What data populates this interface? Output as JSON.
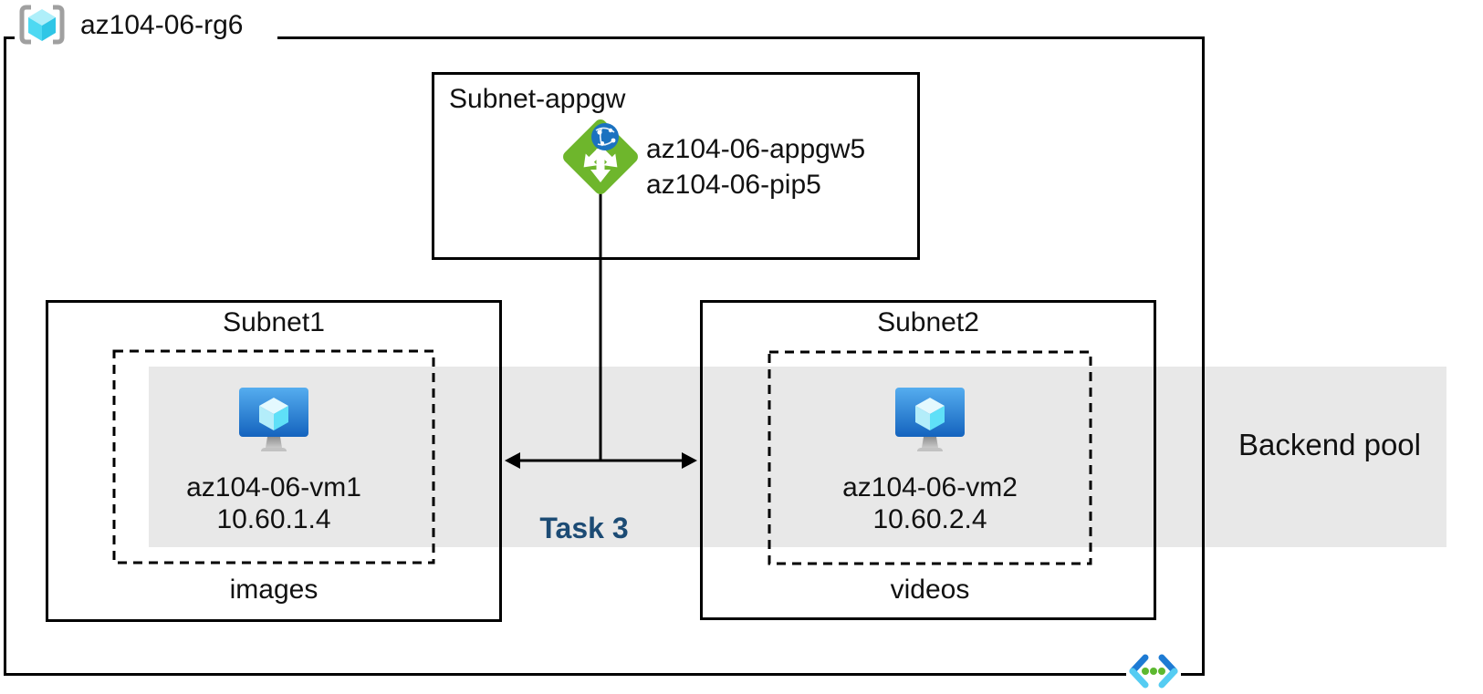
{
  "diagram": {
    "resource_group": {
      "label": "az104-06-rg6"
    },
    "appgw_subnet": {
      "title": "Subnet-appgw",
      "lines": {
        "gateway": "az104-06-appgw5",
        "public_ip": "az104-06-pip5"
      }
    },
    "subnet1": {
      "title": "Subnet1",
      "vm_name": "az104-06-vm1",
      "vm_ip": "10.60.1.4",
      "caption": "images"
    },
    "subnet2": {
      "title": "Subnet2",
      "vm_name": "az104-06-vm2",
      "vm_ip": "10.60.2.4",
      "caption": "videos"
    },
    "backend_pool_label": "Backend pool",
    "task_label": "Task 3",
    "icons": {
      "resource_group": "resource-group-icon",
      "application_gateway": "application-gateway-icon",
      "virtual_machine": "virtual-machine-icon",
      "virtual_network": "virtual-network-icon"
    },
    "colors": {
      "task_label": "#1C4B74",
      "backend_band": "#E8E8E8",
      "appgw_green": "#6EB62C",
      "globe_blue": "#1B72C0",
      "vm_screen_top": "#55ADEF",
      "vm_screen_bottom": "#1463BE",
      "cube_cyan": "#50E6FF",
      "vnet_dark_blue": "#1E7BD4",
      "vnet_cyan": "#55CCF2",
      "vnet_green": "#5CB82F",
      "border": "#000000"
    }
  }
}
